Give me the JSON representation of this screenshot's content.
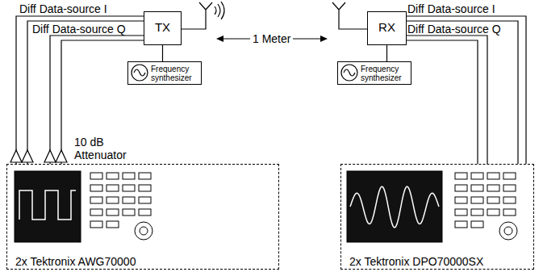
{
  "diagram": {
    "nodes": [
      {
        "text": [
          "TX"
        ]
      },
      {
        "text": [
          "Frequency synthesizer"
        ]
      },
      {
        "text": [
          "RX"
        ]
      },
      {
        "text": [
          "Frequency synthesizer"
        ]
      },
      {
        "text": [
          "2x Tektronix AWG70000"
        ]
      },
      {
        "text": [
          "2x Tektronix DPO70000SX"
        ]
      }
    ],
    "edges": [
      {
        "from": 0,
        "to": 1,
        "arrow": "none"
      },
      {
        "from": 2,
        "to": 3,
        "arrow": "none"
      },
      {
        "from": 4,
        "to": 0,
        "arrow": "none"
      },
      {
        "from": 2,
        "to": 5,
        "arrow": "none"
      }
    ],
    "labels": [
      "Diff Data-source I",
      "Diff Data-source Q",
      "10 dB Attenuator",
      "1 Meter",
      "Diff Data-source I",
      "Diff Data-source Q"
    ]
  }
}
